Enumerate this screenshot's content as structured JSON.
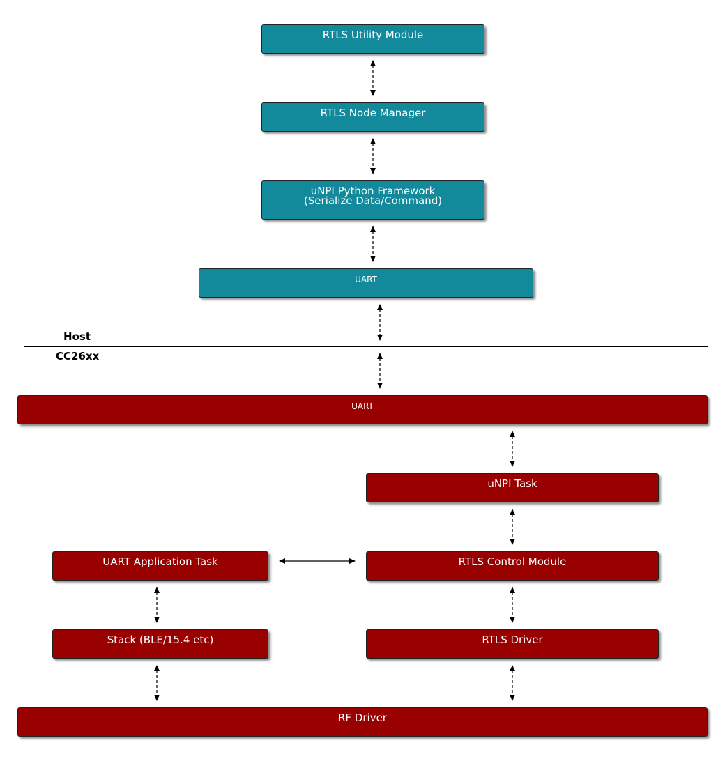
{
  "diagram": {
    "host_label": "Host",
    "device_label": "CC26xx",
    "host_nodes": {
      "rtls_utility": "RTLS Utility Module",
      "node_manager": "RTLS Node Manager",
      "unpi_python": "uNPI Python Framework\n(Serialize Data/Command)",
      "uart": "UART"
    },
    "device_nodes": {
      "uart": "UART",
      "unpi_task": "uNPI Task",
      "uart_app_task": "UART Application Task",
      "rtls_control": "RTLS Control Module",
      "stack": "Stack (BLE/15.4 etc)",
      "rtls_driver": "RTLS Driver",
      "rf_driver": "RF Driver"
    },
    "colors": {
      "host_box": "#128a9b",
      "device_box": "#990000",
      "text": "#ffffff"
    }
  }
}
